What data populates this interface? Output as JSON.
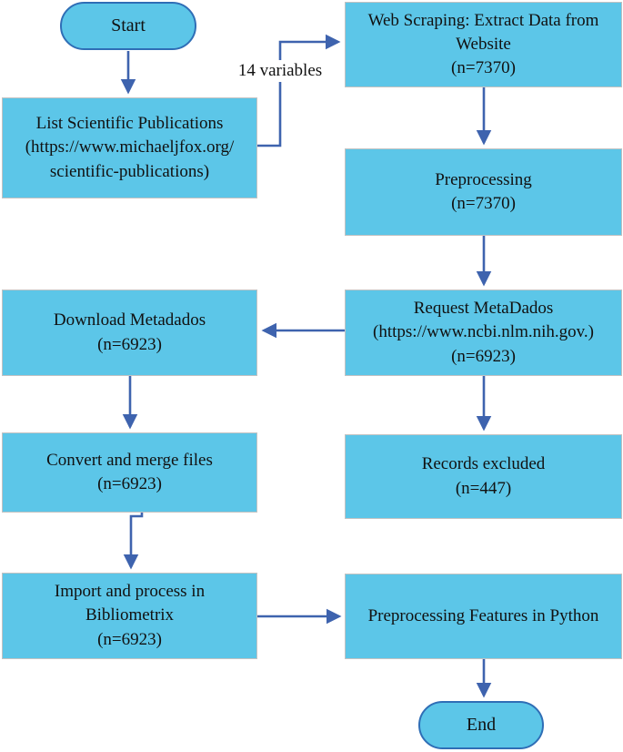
{
  "diagram": {
    "type": "flowchart",
    "colors": {
      "node_fill": "#5cc6e8",
      "node_border": "#c2c2c2",
      "terminal_border": "#2f6eb6",
      "arrow": "#3e63ae",
      "text": "#111111",
      "background": "#ffffff"
    },
    "nodes": {
      "start": {
        "label": "Start",
        "shape": "terminal"
      },
      "list_publications": {
        "shape": "process",
        "lines": [
          "List Scientific Publications",
          "(https://www.michaeljfox.org/",
          "scientific-publications)"
        ]
      },
      "web_scraping": {
        "shape": "process",
        "lines": [
          "Web Scraping: Extract Data from",
          "Website",
          "(n=7370)"
        ]
      },
      "preprocessing": {
        "shape": "process",
        "lines": [
          "Preprocessing",
          "(n=7370)"
        ]
      },
      "request_metadados": {
        "shape": "process",
        "lines": [
          "Request MetaDados",
          "(https://www.ncbi.nlm.nih.gov.)",
          "(n=6923)"
        ]
      },
      "download_metadados": {
        "shape": "process",
        "lines": [
          "Download Metadados",
          "(n=6923)"
        ]
      },
      "convert_merge": {
        "shape": "process",
        "lines": [
          "Convert and merge files",
          "(n=6923)"
        ]
      },
      "records_excluded": {
        "shape": "process",
        "lines": [
          "Records excluded",
          "(n=447)"
        ]
      },
      "import_bibliometrix": {
        "shape": "process",
        "lines": [
          "Import and process in",
          "Bibliometrix",
          "(n=6923)"
        ]
      },
      "preprocessing_features": {
        "shape": "process",
        "lines": [
          "Preprocessing Features in Python"
        ]
      },
      "end": {
        "label": "End",
        "shape": "terminal"
      }
    },
    "edges": [
      {
        "from": "start",
        "to": "list_publications"
      },
      {
        "from": "list_publications",
        "to": "web_scraping",
        "label": "14 variables"
      },
      {
        "from": "web_scraping",
        "to": "preprocessing"
      },
      {
        "from": "preprocessing",
        "to": "request_metadados"
      },
      {
        "from": "request_metadados",
        "to": "download_metadados"
      },
      {
        "from": "request_metadados",
        "to": "records_excluded"
      },
      {
        "from": "download_metadados",
        "to": "convert_merge"
      },
      {
        "from": "convert_merge",
        "to": "import_bibliometrix"
      },
      {
        "from": "import_bibliometrix",
        "to": "preprocessing_features"
      },
      {
        "from": "preprocessing_features",
        "to": "end"
      }
    ],
    "edge_labels": {
      "variables": "14 variables"
    }
  }
}
